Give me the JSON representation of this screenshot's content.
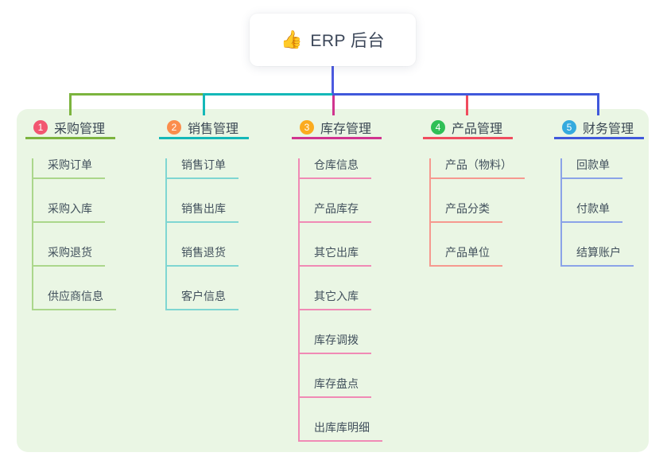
{
  "root": {
    "icon": "thumbs-up",
    "title": "ERP 后台",
    "connector_color": "#4c5ae0"
  },
  "panel_color": "#eaf6e4",
  "text_color": "#3c4a56",
  "branches": [
    {
      "num": "1",
      "label": "采购管理",
      "colors": {
        "main": "#7cb43e",
        "light": "#abd78b",
        "badge": "#f25670"
      },
      "children": [
        "采购订单",
        "采购入库",
        "采购退货",
        "供应商信息"
      ]
    },
    {
      "num": "2",
      "label": "销售管理",
      "colors": {
        "main": "#14b8b8",
        "light": "#7fd6d2",
        "badge": "#fb8d4c"
      },
      "children": [
        "销售订单",
        "销售出库",
        "销售退货",
        "客户信息"
      ]
    },
    {
      "num": "3",
      "label": "库存管理",
      "colors": {
        "main": "#d0348f",
        "light": "#f08ab5",
        "badge": "#fbab1f"
      },
      "children": [
        "仓库信息",
        "产品库存",
        "其它出库",
        "其它入库",
        "库存调拨",
        "库存盘点",
        "出库库明细"
      ]
    },
    {
      "num": "4",
      "label": "产品管理",
      "colors": {
        "main": "#f04c5e",
        "light": "#f6998f",
        "badge": "#2fbf56"
      },
      "children": [
        "产品（物料）",
        "产品分类",
        "产品单位"
      ]
    },
    {
      "num": "5",
      "label": "财务管理",
      "colors": {
        "main": "#4058db",
        "light": "#8ba3e8",
        "badge": "#35aade"
      },
      "children": [
        "回款单",
        "付款单",
        "结算账户"
      ]
    }
  ]
}
